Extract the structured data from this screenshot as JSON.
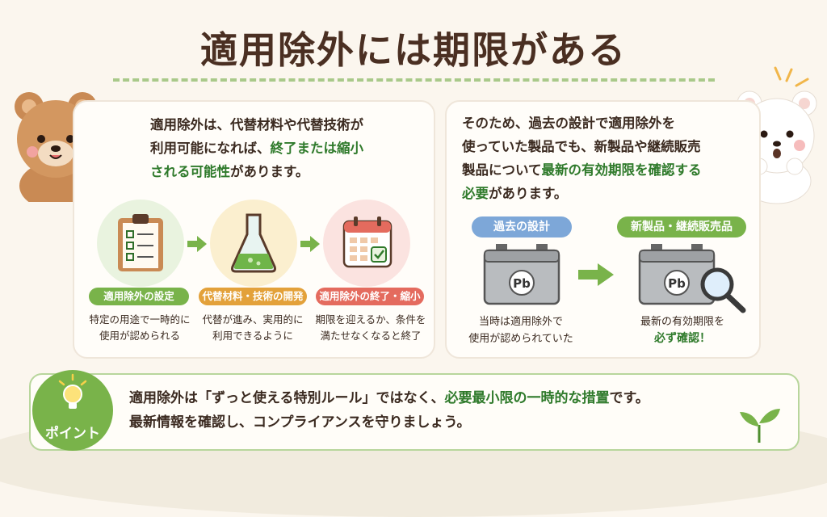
{
  "title": "適用除外には期限がある",
  "left": {
    "para_lines": [
      [
        "適用除外は、代替材料や代替技術が",
        ""
      ],
      [
        "利用可能になれば、",
        "終了または縮小"
      ],
      [
        "される可能性",
        "があります。"
      ]
    ],
    "steps": [
      {
        "label": "適用除外の設定",
        "desc1": "特定の用途で一時的に",
        "desc2": "使用が認められる",
        "color": "#79b34a",
        "circle": "#e9f3df"
      },
      {
        "label": "代替材料・技術の開発",
        "desc1": "代替が進み、実用的に",
        "desc2": "利用できるように",
        "color": "#e3a13a",
        "circle": "#fbefcf"
      },
      {
        "label": "適用除外の終了・縮小",
        "desc1": "期限を迎えるか、条件を",
        "desc2": "満たせなくなると終了",
        "color": "#e46b5e",
        "circle": "#fbe3e0"
      }
    ]
  },
  "right": {
    "para_lines": [
      [
        "そのため、過去の設計で適用除外を",
        ""
      ],
      [
        "使っていた製品でも、新製品や継続販売",
        ""
      ],
      [
        "製品について",
        "最新の有効期限を確認する"
      ],
      [
        "必要",
        "があります。"
      ]
    ],
    "past_label": "過去の設計",
    "past_desc1": "当時は適用除外で",
    "past_desc2": "使用が認められていた",
    "new_label": "新製品・継続販売品",
    "new_desc1": "最新の有効期限を",
    "new_desc2": "必ず確認！",
    "battery_text": "Pb",
    "past_color": "#7da7d8",
    "new_color": "#79b34a"
  },
  "point": {
    "label": "ポイント",
    "line1_a": "適用除外は「ずっと使える特別ルール」ではなく、",
    "line1_b": "必要最小限の一時的な措置",
    "line1_c": "です。",
    "line2": "最新情報を確認し、コンプライアンスを守りましょう。"
  }
}
